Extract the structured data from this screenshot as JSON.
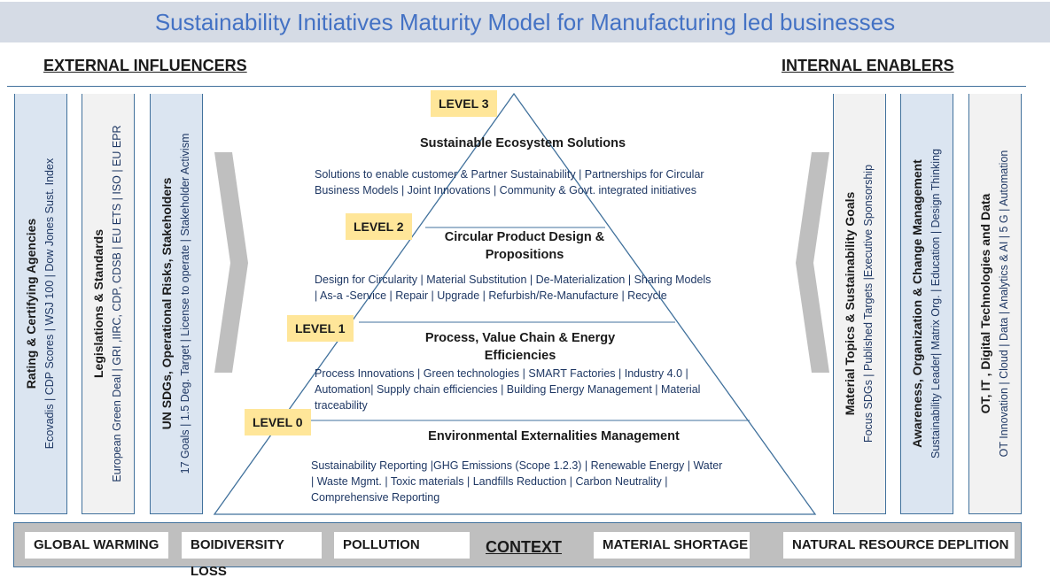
{
  "title": "Sustainability Initiatives Maturity Model for Manufacturing led businesses",
  "external_heading": "EXTERNAL INFLUENCERS",
  "internal_heading": "INTERNAL ENABLERS",
  "external": [
    {
      "heading": "Rating & Certifying Agencies",
      "detail": "Ecovadis | CDP Scores | WSJ 100 | Dow Jones Sust. Index"
    },
    {
      "heading": "Legislations & Standards",
      "detail": "European Green Deal | GRI ,IIRC, CDP, CDSB | EU ETS | ISO  | EU EPR"
    },
    {
      "heading": "UN SDGs,  Operational Risks, Stakeholders",
      "detail": "17 Goals | 1.5 Deg. Target | License to operate | Stakeholder Activism"
    }
  ],
  "internal": [
    {
      "heading": "Material Topics & Sustainability Goals",
      "detail": "Focus SDGs | Published  Targets  |Executive Sponsorship"
    },
    {
      "heading": "Awareness, Organization & Change Management",
      "detail": "Sustainability Leader| Matrix Org. | Education | Design Thinking"
    },
    {
      "heading": "OT, IT , Digital Technologies and Data",
      "detail": "OT Innovation | Cloud | Data | Analytics & AI | 5 G | Automation"
    }
  ],
  "levels": [
    {
      "tag": "LEVEL 3",
      "title": "Sustainable Ecosystem Solutions",
      "desc": [
        "Solutions to enable customer & Partner Sustainability  | Partnerships for Circular",
        "Business Models | Joint Innovations | Community & Govt. integrated initiatives"
      ]
    },
    {
      "tag": "LEVEL 2",
      "title_lines": [
        "Circular Product Design &",
        "Propositions"
      ],
      "desc": [
        "Design for Circularity | Material Substitution | De-Materialization | Sharing Models",
        "| As-a -Service | Repair | Upgrade | Refurbish/Re-Manufacture | Recycle"
      ]
    },
    {
      "tag": "LEVEL 1",
      "title_lines": [
        "Process, Value Chain & Energy",
        "Efficiencies"
      ],
      "desc": [
        "Process Innovations | Green technologies | SMART Factories | Industry 4.0 |",
        "Automation| Supply chain efficiencies |  Building Energy Management | Material",
        "traceability"
      ]
    },
    {
      "tag": "LEVEL 0",
      "title": "Environmental Externalities Management",
      "desc": [
        "Sustainability Reporting  |GHG Emissions (Scope 1.2.3) | Renewable Energy | Water",
        "| Waste Mgmt. | Toxic materials | Landfills Reduction |  Carbon Neutrality |",
        "Comprehensive Reporting"
      ]
    }
  ],
  "context": {
    "label": "CONTEXT",
    "items": [
      "GLOBAL WARMING",
      "BOIDIVERSITY LOSS",
      "POLLUTION",
      "MATERIAL SHORTAGE",
      "NATURAL RESOURCE DEPLITION"
    ]
  },
  "colors": {
    "title_text": "#4472c4",
    "title_bg": "#d5dbe5",
    "border": "#41719c",
    "external_bg": "#dbe5f1",
    "internal_bg": "#dbe5f1",
    "legislation_bg": "#f2f2f2",
    "level_tag": "#ffe699",
    "chevron": "#bfbfbf",
    "context_bg": "#bfbfbf"
  }
}
